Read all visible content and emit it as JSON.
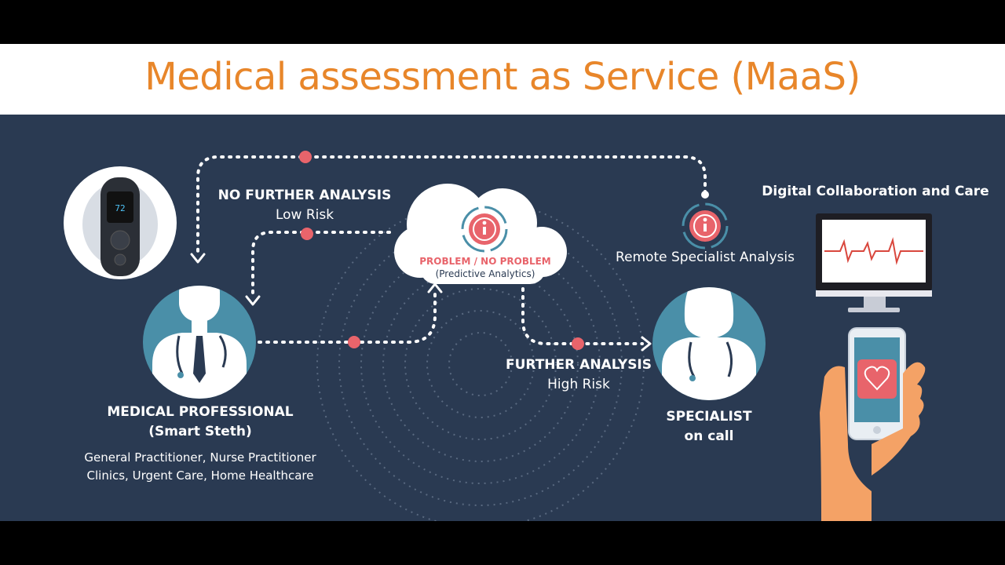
{
  "title": "Medical assessment as Service (MaaS)",
  "colors": {
    "accent": "#e8862a",
    "background": "#2a3a52",
    "highlight": "#e8646b",
    "teal": "#4a8fa8"
  },
  "nodes": {
    "medical_professional": {
      "title": "MEDICAL PROFESSIONAL",
      "subtitle": "(Smart Steth)",
      "desc_line1": "General Practitioner, Nurse Practitioner",
      "desc_line2": "Clinics, Urgent Care, Home Healthcare"
    },
    "cloud": {
      "title": "PROBLEM / NO PROBLEM",
      "subtitle": "(Predictive Analytics)"
    },
    "specialist": {
      "title": "SPECIALIST",
      "subtitle": "on call"
    },
    "remote": {
      "label": "Remote Specialist Analysis"
    },
    "digital": {
      "label": "Digital Collaboration and Care"
    }
  },
  "edges": {
    "no_further": {
      "title": "NO FURTHER ANALYSIS",
      "subtitle": "Low Risk"
    },
    "further": {
      "title": "FURTHER ANALYSIS",
      "subtitle": "High Risk"
    }
  },
  "device": {
    "screen_reading": "72"
  },
  "icons": [
    "stethoscope-device-icon",
    "doctor-male-icon",
    "doctor-female-icon",
    "cloud-icon",
    "info-icon",
    "monitor-icon",
    "phone-hand-icon",
    "heart-icon"
  ]
}
